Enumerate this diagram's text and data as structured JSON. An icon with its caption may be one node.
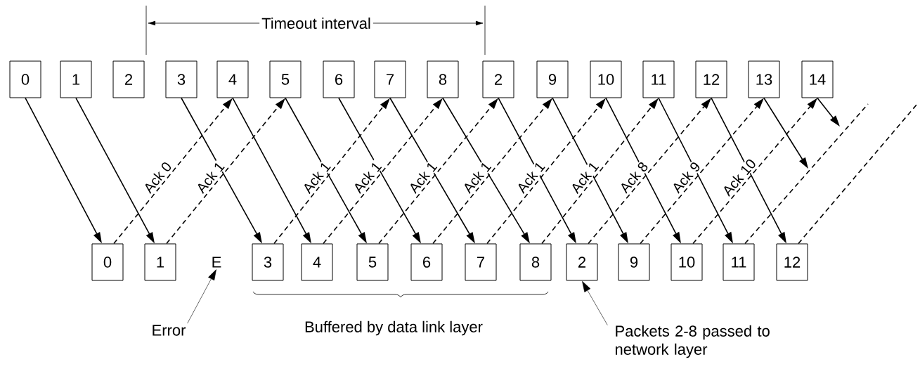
{
  "diagram": {
    "nodes": [
      {
        "text": [
          "0"
        ]
      },
      {
        "text": [
          "1"
        ]
      },
      {
        "text": [
          "2"
        ]
      },
      {
        "text": [
          "3"
        ]
      },
      {
        "text": [
          "4"
        ]
      },
      {
        "text": [
          "5"
        ]
      },
      {
        "text": [
          "6"
        ]
      },
      {
        "text": [
          "7"
        ]
      },
      {
        "text": [
          "8"
        ]
      },
      {
        "text": [
          "2"
        ]
      },
      {
        "text": [
          "9"
        ]
      },
      {
        "text": [
          "10"
        ]
      },
      {
        "text": [
          "11"
        ]
      },
      {
        "text": [
          "12"
        ]
      },
      {
        "text": [
          "13"
        ]
      },
      {
        "text": [
          "14"
        ]
      },
      {
        "text": [
          "0"
        ]
      },
      {
        "text": [
          "1"
        ]
      },
      {
        "text": [
          "E"
        ]
      },
      {
        "text": [
          "3"
        ]
      },
      {
        "text": [
          "4"
        ]
      },
      {
        "text": [
          "5"
        ]
      },
      {
        "text": [
          "6"
        ]
      },
      {
        "text": [
          "7"
        ]
      },
      {
        "text": [
          "8"
        ]
      },
      {
        "text": [
          "2"
        ]
      },
      {
        "text": [
          "9"
        ]
      },
      {
        "text": [
          "10"
        ]
      },
      {
        "text": [
          "11"
        ]
      },
      {
        "text": [
          "12"
        ]
      },
      {
        "text": [
          "Error"
        ]
      },
      {
        "text": [
          "Packets 2-8 passed to network layer"
        ]
      }
    ],
    "edges": [
      {
        "from": 0,
        "to": 16,
        "arrow": "to"
      },
      {
        "from": 1,
        "to": 17,
        "arrow": "to"
      },
      {
        "from": 3,
        "to": 19,
        "arrow": "to"
      },
      {
        "from": 4,
        "to": 20,
        "arrow": "to"
      },
      {
        "from": 5,
        "to": 21,
        "arrow": "to"
      },
      {
        "from": 6,
        "to": 22,
        "arrow": "to"
      },
      {
        "from": 7,
        "to": 23,
        "arrow": "to"
      },
      {
        "from": 8,
        "to": 24,
        "arrow": "to"
      },
      {
        "from": 9,
        "to": 25,
        "arrow": "to"
      },
      {
        "from": 10,
        "to": 26,
        "arrow": "to"
      },
      {
        "from": 11,
        "to": 27,
        "arrow": "to"
      },
      {
        "from": 12,
        "to": 28,
        "arrow": "to"
      },
      {
        "from": 13,
        "to": 29,
        "arrow": "to"
      },
      {
        "from": 14,
        "to": null,
        "arrow": "to"
      },
      {
        "from": 15,
        "to": null,
        "arrow": "to"
      },
      {
        "from": 16,
        "to": 4,
        "arrow": "to",
        "style": "dashed",
        "label": "Ack 0"
      },
      {
        "from": 17,
        "to": 5,
        "arrow": "to",
        "style": "dashed",
        "label": "Ack 1"
      },
      {
        "from": 19,
        "to": 7,
        "arrow": "to",
        "style": "dashed",
        "label": "Ack 1"
      },
      {
        "from": 20,
        "to": 8,
        "arrow": "to",
        "style": "dashed",
        "label": "Ack 1"
      },
      {
        "from": 21,
        "to": 9,
        "arrow": "to",
        "style": "dashed",
        "label": "Ack 1"
      },
      {
        "from": 22,
        "to": 10,
        "arrow": "to",
        "style": "dashed",
        "label": "Ack 1"
      },
      {
        "from": 23,
        "to": 11,
        "arrow": "to",
        "style": "dashed",
        "label": "Ack 1"
      },
      {
        "from": 24,
        "to": 12,
        "arrow": "to",
        "style": "dashed",
        "label": "Ack 1"
      },
      {
        "from": 25,
        "to": 13,
        "arrow": "to",
        "style": "dashed",
        "label": "Ack 8"
      },
      {
        "from": 26,
        "to": 14,
        "arrow": "to",
        "style": "dashed",
        "label": "Ack 9"
      },
      {
        "from": 27,
        "to": 15,
        "arrow": "to",
        "style": "dashed",
        "label": "Ack 10"
      },
      {
        "from": 28,
        "to": null,
        "arrow": "none",
        "style": "dashed"
      },
      {
        "from": 29,
        "to": null,
        "arrow": "none",
        "style": "dashed"
      },
      {
        "from": 30,
        "to": 18,
        "arrow": "to"
      },
      {
        "from": 31,
        "to": 25,
        "arrow": "to"
      }
    ],
    "labels": [
      "Timeout interval",
      "Buffered by data link layer"
    ]
  }
}
